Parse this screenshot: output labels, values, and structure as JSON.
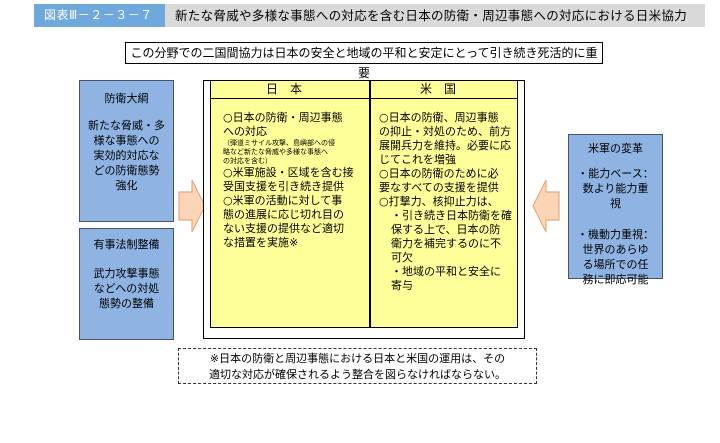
{
  "figure": {
    "label": "図表Ⅲ－２－３－７",
    "title": "新たな脅威や多様な事態への対応を含む日本の防衛・周辺事態への対応における日米協力"
  },
  "banner": "この分野での二国間協力は日本の安全と地域の平和と安定にとって引き続き死活的に重要",
  "left_boxes": [
    {
      "heading": "防衛大綱",
      "lines": [
        "新たな脅威・多",
        "様な事態への",
        "実効的対応な",
        "どの防衛態勢",
        "強化"
      ]
    },
    {
      "heading": "有事法制整備",
      "lines": [
        "武力攻撃事態",
        "などへの対処",
        "態勢の整備"
      ]
    }
  ],
  "right_box": {
    "heading": "米軍の変革",
    "lines_1": [
      "・能力ベース：",
      "数より能力重",
      "視"
    ],
    "lines_2": [
      "・機動力重視：",
      "世界のあらゆ",
      "る場所での任",
      "務に即応可能"
    ]
  },
  "columns": {
    "japan": {
      "header": "日本",
      "lines": [
        "○日本の防衛・周辺事態",
        "への対応"
      ],
      "small_lines": [
        "（弾道ミサイル攻撃、島嶼部への侵",
        "略など新たな脅威や多様な事態へ",
        "の対応を含む）"
      ],
      "lines_2": [
        "○米軍施設・区域を含む接",
        "受国支援を引き続き提供",
        "○米軍の活動に対して事",
        "態の進展に応じ切れ目の",
        "ない支援の提供など適切",
        "な措置を実施※"
      ]
    },
    "us": {
      "header": "米国",
      "lines": [
        "○日本の防衛、周辺事態",
        "の抑止・対処のため、前方",
        "展開兵力を維持。必要に応",
        "じてこれを増強",
        "○日本の防衛のために必",
        "要なすべての支援を提供",
        "○打撃力、核抑止力は、"
      ],
      "indent_lines": [
        "・引き続き日本防衛を確",
        "保する上で、日本の防",
        "衛力を補完するのに不",
        "可欠",
        "・地域の平和と安全に",
        "寄与"
      ]
    }
  },
  "note": [
    "※日本の防衛と周辺事態における日本と米国の運用は、その",
    "適切な対応が確保されるよう整合を図らなければならない。"
  ],
  "colors": {
    "label_bg": "#6fa8dc",
    "title_bg": "#d9d9d9",
    "side_box": "#8fb4e3",
    "column_bg": "#ffff99",
    "arrow_fill": "#fbd5b5",
    "arrow_stroke": "#e8a87c"
  }
}
